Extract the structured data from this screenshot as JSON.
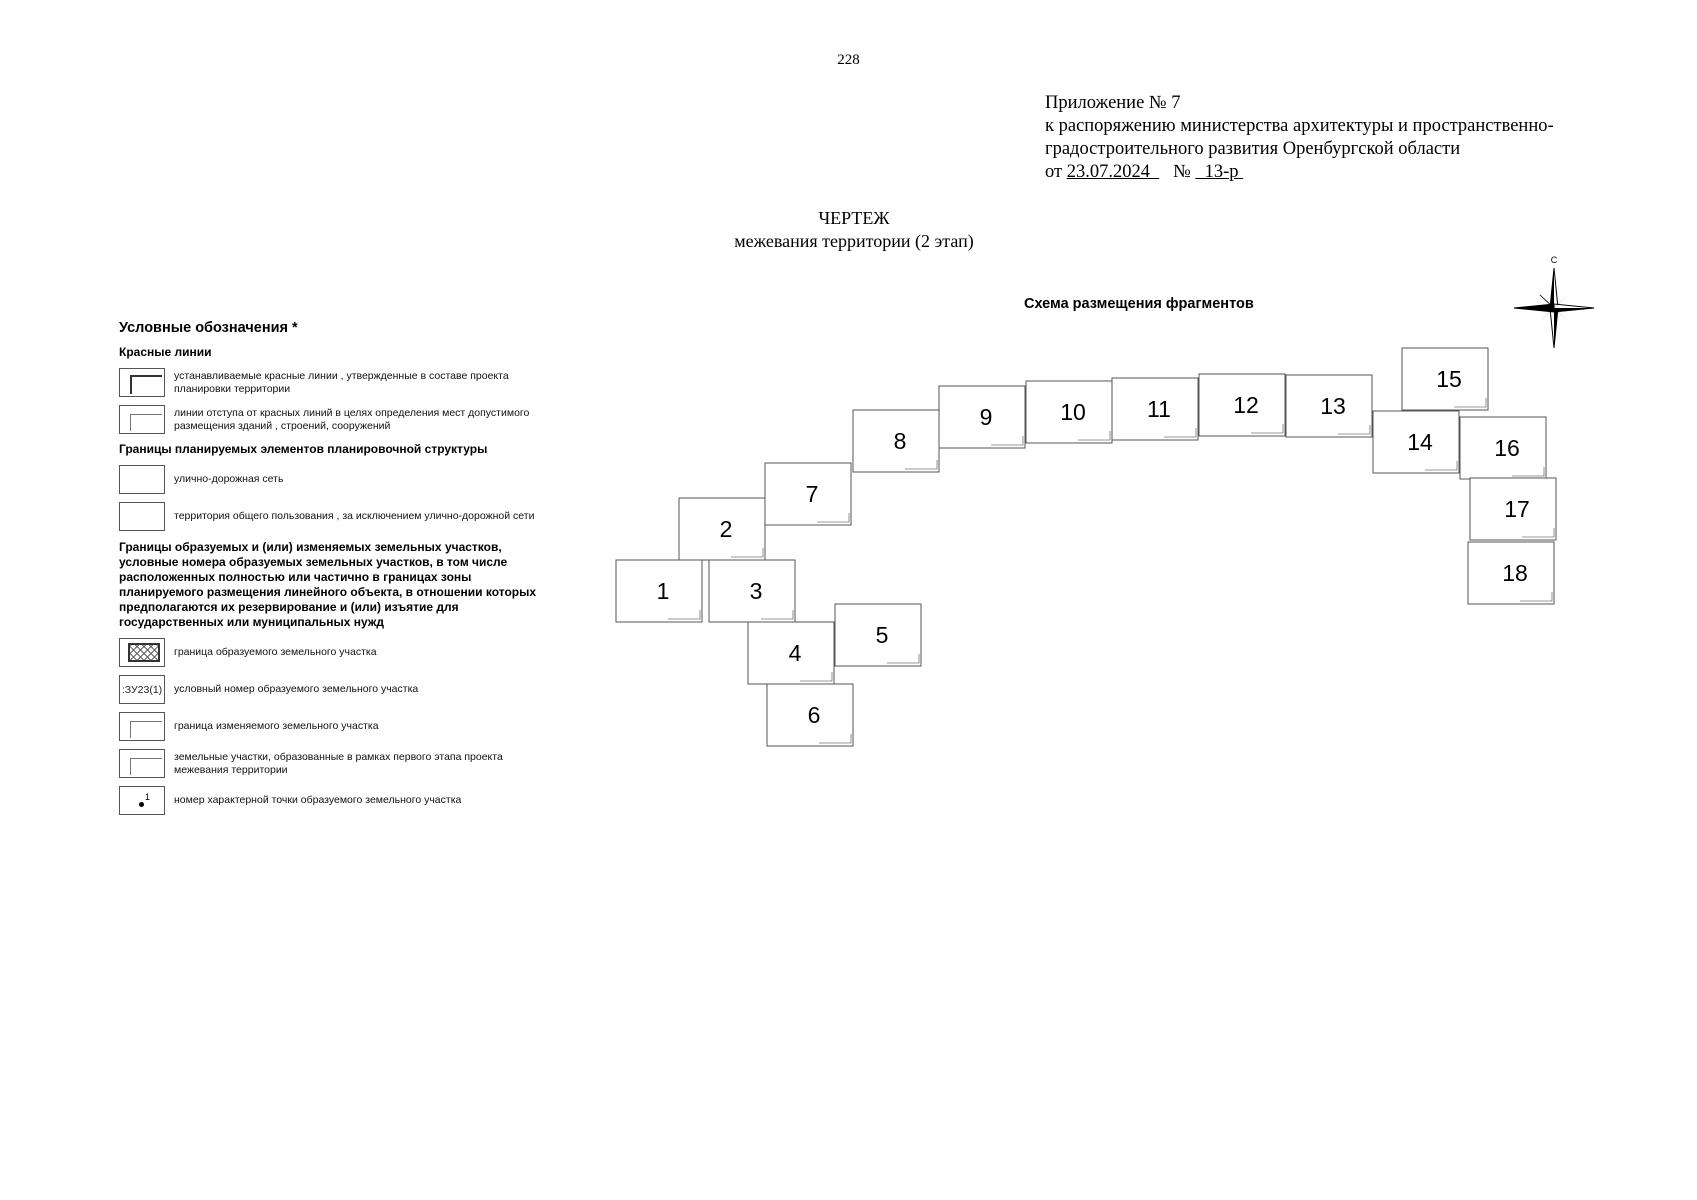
{
  "page_number": "228",
  "annex": {
    "line1": "Приложение № 7",
    "line2": "к распоряжению министерства архитектуры и пространственно-",
    "line3": "градостроительного развития Оренбургской области",
    "prefix": "от",
    "date": "23.07.2024",
    "number_sign": "№",
    "number": "13-р"
  },
  "title": {
    "line1": "ЧЕРТЕЖ",
    "line2": "межевания территории (2 этап)"
  },
  "scheme_title": "Схема размещения фрагментов",
  "compass_label": "С",
  "legend": {
    "title": "Условные обозначения *",
    "sections": [
      {
        "heading": "Красные линии",
        "items": [
          {
            "swatch": "red",
            "text": "устанавливаемые красные линии , утвержденные в составе проекта планировки территории"
          },
          {
            "swatch": "inset",
            "text": "линии отступа от красных линий в целях определения мест допустимого размещения зданий , строений, сооружений"
          }
        ]
      },
      {
        "heading": "Границы планируемых элементов планировочной структуры",
        "items": [
          {
            "swatch": "plain",
            "text": "улично-дорожная сеть"
          },
          {
            "swatch": "plain",
            "text": "территория общего пользования , за исключением улично-дорожной сети"
          }
        ]
      },
      {
        "heading": "Границы образуемых и (или) изменяемых земельных участков, условные номера образуемых земельных участков, в том числе расположенных полностью или частично в границах зоны планируемого размещения линейного объекта, в отношении которых предполагаются их резервирование и (или) изъятие для государственных или муниципальных нужд",
        "items": [
          {
            "swatch": "hatch",
            "text": "граница образуемого земельного участка"
          },
          {
            "swatch": "code",
            "code": ":ЗУ23(1)",
            "text": "условный номер образуемого земельного участка"
          },
          {
            "swatch": "inset",
            "text": "граница изменяемого земельного участка"
          },
          {
            "swatch": "inset",
            "text": "земельные участки, образованные в рамках первого этапа проекта межевания территории"
          },
          {
            "swatch": "dot",
            "point": "1",
            "text": "номер характерной точки образуемого земельного участка"
          }
        ]
      }
    ]
  },
  "fragments": [
    "1",
    "2",
    "3",
    "4",
    "5",
    "6",
    "7",
    "8",
    "9",
    "10",
    "11",
    "12",
    "13",
    "14",
    "15",
    "16",
    "17",
    "18"
  ]
}
